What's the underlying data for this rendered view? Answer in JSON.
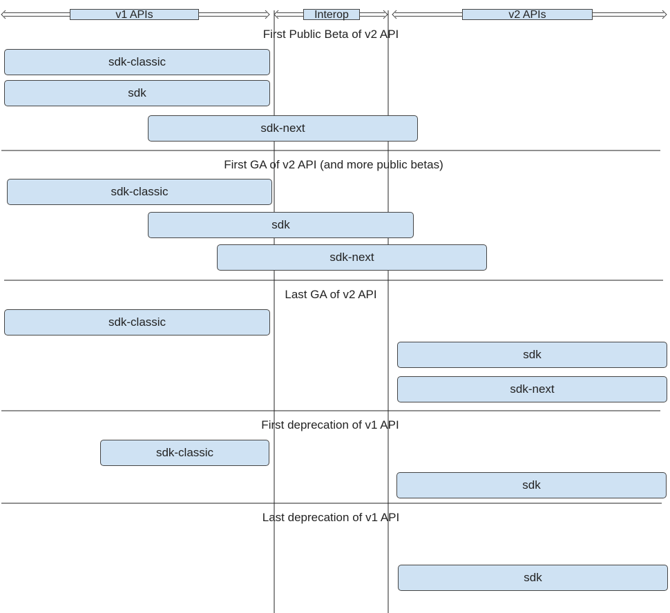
{
  "header": {
    "v1_label": "v1 APIs",
    "interop_label": "Interop",
    "v2_label": "v2 APIs"
  },
  "stages": [
    {
      "title": "First Public Beta of v2 API",
      "boxes": [
        {
          "label": "sdk-classic"
        },
        {
          "label": "sdk"
        },
        {
          "label": "sdk-next"
        }
      ]
    },
    {
      "title": "First GA of v2 API (and more public betas)",
      "boxes": [
        {
          "label": "sdk-classic"
        },
        {
          "label": "sdk"
        },
        {
          "label": "sdk-next"
        }
      ]
    },
    {
      "title": "Last GA of v2 API",
      "boxes": [
        {
          "label": "sdk-classic"
        },
        {
          "label": "sdk"
        },
        {
          "label": "sdk-next"
        }
      ]
    },
    {
      "title": "First deprecation of v1 API",
      "boxes": [
        {
          "label": "sdk-classic"
        },
        {
          "label": "sdk"
        }
      ]
    },
    {
      "title": "Last deprecation of v1 API",
      "boxes": [
        {
          "label": "sdk"
        }
      ]
    }
  ],
  "colors": {
    "box_fill": "#cfe2f3",
    "border": "#444444",
    "line": "#222222"
  }
}
